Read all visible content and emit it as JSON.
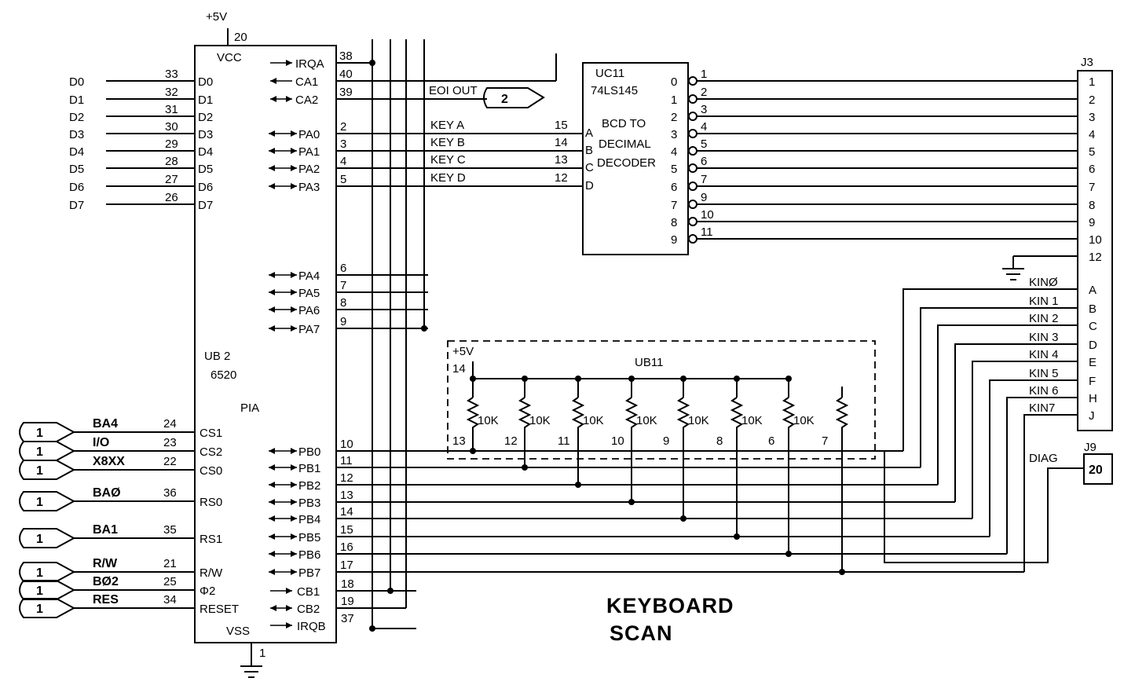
{
  "schematic": {
    "title_lines": [
      "KEYBOARD",
      "SCAN"
    ],
    "power": {
      "vcc_label": "+5V",
      "vcc_pin": "20",
      "gnd_pin": "1"
    },
    "pia": {
      "designator": "UB 2",
      "part": "6520",
      "type": "PIA",
      "vcc_name": "VCC",
      "vss_name": "VSS",
      "left_pins": [
        {
          "net": "D0",
          "num": "33",
          "name": "D0"
        },
        {
          "net": "D1",
          "num": "32",
          "name": "D1"
        },
        {
          "net": "D2",
          "num": "31",
          "name": "D2"
        },
        {
          "net": "D3",
          "num": "30",
          "name": "D3"
        },
        {
          "net": "D4",
          "num": "29",
          "name": "D4"
        },
        {
          "net": "D5",
          "num": "28",
          "name": "D5"
        },
        {
          "net": "D6",
          "num": "27",
          "name": "D6"
        },
        {
          "net": "D7",
          "num": "26",
          "name": "D7"
        }
      ],
      "ctrl_pins": [
        {
          "net": "BA4",
          "num": "24",
          "name": "CS1",
          "conn": "1"
        },
        {
          "net": "I/O",
          "num": "23",
          "name": "CS2",
          "conn": "1"
        },
        {
          "net": "X8XX",
          "num": "22",
          "name": "CS0",
          "conn": "1"
        },
        {
          "net": "BAØ",
          "num": "36",
          "name": "RS0",
          "conn": "1"
        },
        {
          "net": "BA1",
          "num": "35",
          "name": "RS1",
          "conn": "1"
        },
        {
          "net": "R/W",
          "num": "21",
          "name": "R/W",
          "conn": "1"
        },
        {
          "net": "BØ2",
          "num": "25",
          "name": "Φ2",
          "conn": "1"
        },
        {
          "net": "RES",
          "num": "34",
          "name": "RESET",
          "conn": "1"
        }
      ],
      "top_right_pins": [
        {
          "name": "IRQA",
          "num": "38"
        },
        {
          "name": "CA1",
          "num": "40"
        },
        {
          "name": "CA2",
          "num": "39"
        }
      ],
      "pa_pins": [
        {
          "name": "PA0",
          "num": "2",
          "net": "KEY A"
        },
        {
          "name": "PA1",
          "num": "3",
          "net": "KEY B"
        },
        {
          "name": "PA2",
          "num": "4",
          "net": "KEY C"
        },
        {
          "name": "PA3",
          "num": "5",
          "net": "KEY D"
        },
        {
          "name": "PA4",
          "num": "6",
          "net": ""
        },
        {
          "name": "PA5",
          "num": "7",
          "net": ""
        },
        {
          "name": "PA6",
          "num": "8",
          "net": ""
        },
        {
          "name": "PA7",
          "num": "9",
          "net": ""
        }
      ],
      "pb_pins": [
        {
          "name": "PB0",
          "num": "10"
        },
        {
          "name": "PB1",
          "num": "11"
        },
        {
          "name": "PB2",
          "num": "12"
        },
        {
          "name": "PB3",
          "num": "13"
        },
        {
          "name": "PB4",
          "num": "14"
        },
        {
          "name": "PB5",
          "num": "15"
        },
        {
          "name": "PB6",
          "num": "16"
        },
        {
          "name": "PB7",
          "num": "17"
        }
      ],
      "bottom_right_pins": [
        {
          "name": "CB1",
          "num": "18"
        },
        {
          "name": "CB2",
          "num": "19"
        },
        {
          "name": "IRQB",
          "num": "37"
        }
      ]
    },
    "eoi": {
      "label": "EOI OUT",
      "conn": "2"
    },
    "decoder": {
      "designator": "UC11",
      "part": "74LS145",
      "desc": [
        "BCD TO",
        "DECIMAL",
        "DECODER"
      ],
      "inputs": [
        {
          "name": "A",
          "num": "15"
        },
        {
          "name": "B",
          "num": "14"
        },
        {
          "name": "C",
          "num": "13"
        },
        {
          "name": "D",
          "num": "12"
        }
      ],
      "outputs": [
        {
          "name": "0",
          "num": "1"
        },
        {
          "name": "1",
          "num": "2"
        },
        {
          "name": "2",
          "num": "3"
        },
        {
          "name": "3",
          "num": "4"
        },
        {
          "name": "4",
          "num": "5"
        },
        {
          "name": "5",
          "num": "6"
        },
        {
          "name": "6",
          "num": "7"
        },
        {
          "name": "7",
          "num": "9"
        },
        {
          "name": "8",
          "num": "10"
        },
        {
          "name": "9",
          "num": "11"
        }
      ]
    },
    "resistor_pack": {
      "designator": "UB11",
      "vcc_label": "+5V",
      "vcc_pin": "14",
      "values": [
        "10K",
        "10K",
        "10K",
        "10K",
        "10K",
        "10K",
        "10K",
        ""
      ],
      "pins": [
        "13",
        "12",
        "11",
        "10",
        "9",
        "8",
        "6",
        "7"
      ]
    },
    "j3": {
      "designator": "J3",
      "pins": [
        "1",
        "2",
        "3",
        "4",
        "5",
        "6",
        "7",
        "8",
        "9",
        "10",
        "12",
        "A",
        "B",
        "C",
        "D",
        "E",
        "F",
        "H",
        "J"
      ],
      "kin": [
        "KINØ",
        "KIN 1",
        "KIN 2",
        "KIN 3",
        "KIN 4",
        "KIN 5",
        "KIN 6",
        "KIN7"
      ]
    },
    "j9": {
      "designator": "J9",
      "net": "DIAG",
      "pin": "20"
    }
  }
}
